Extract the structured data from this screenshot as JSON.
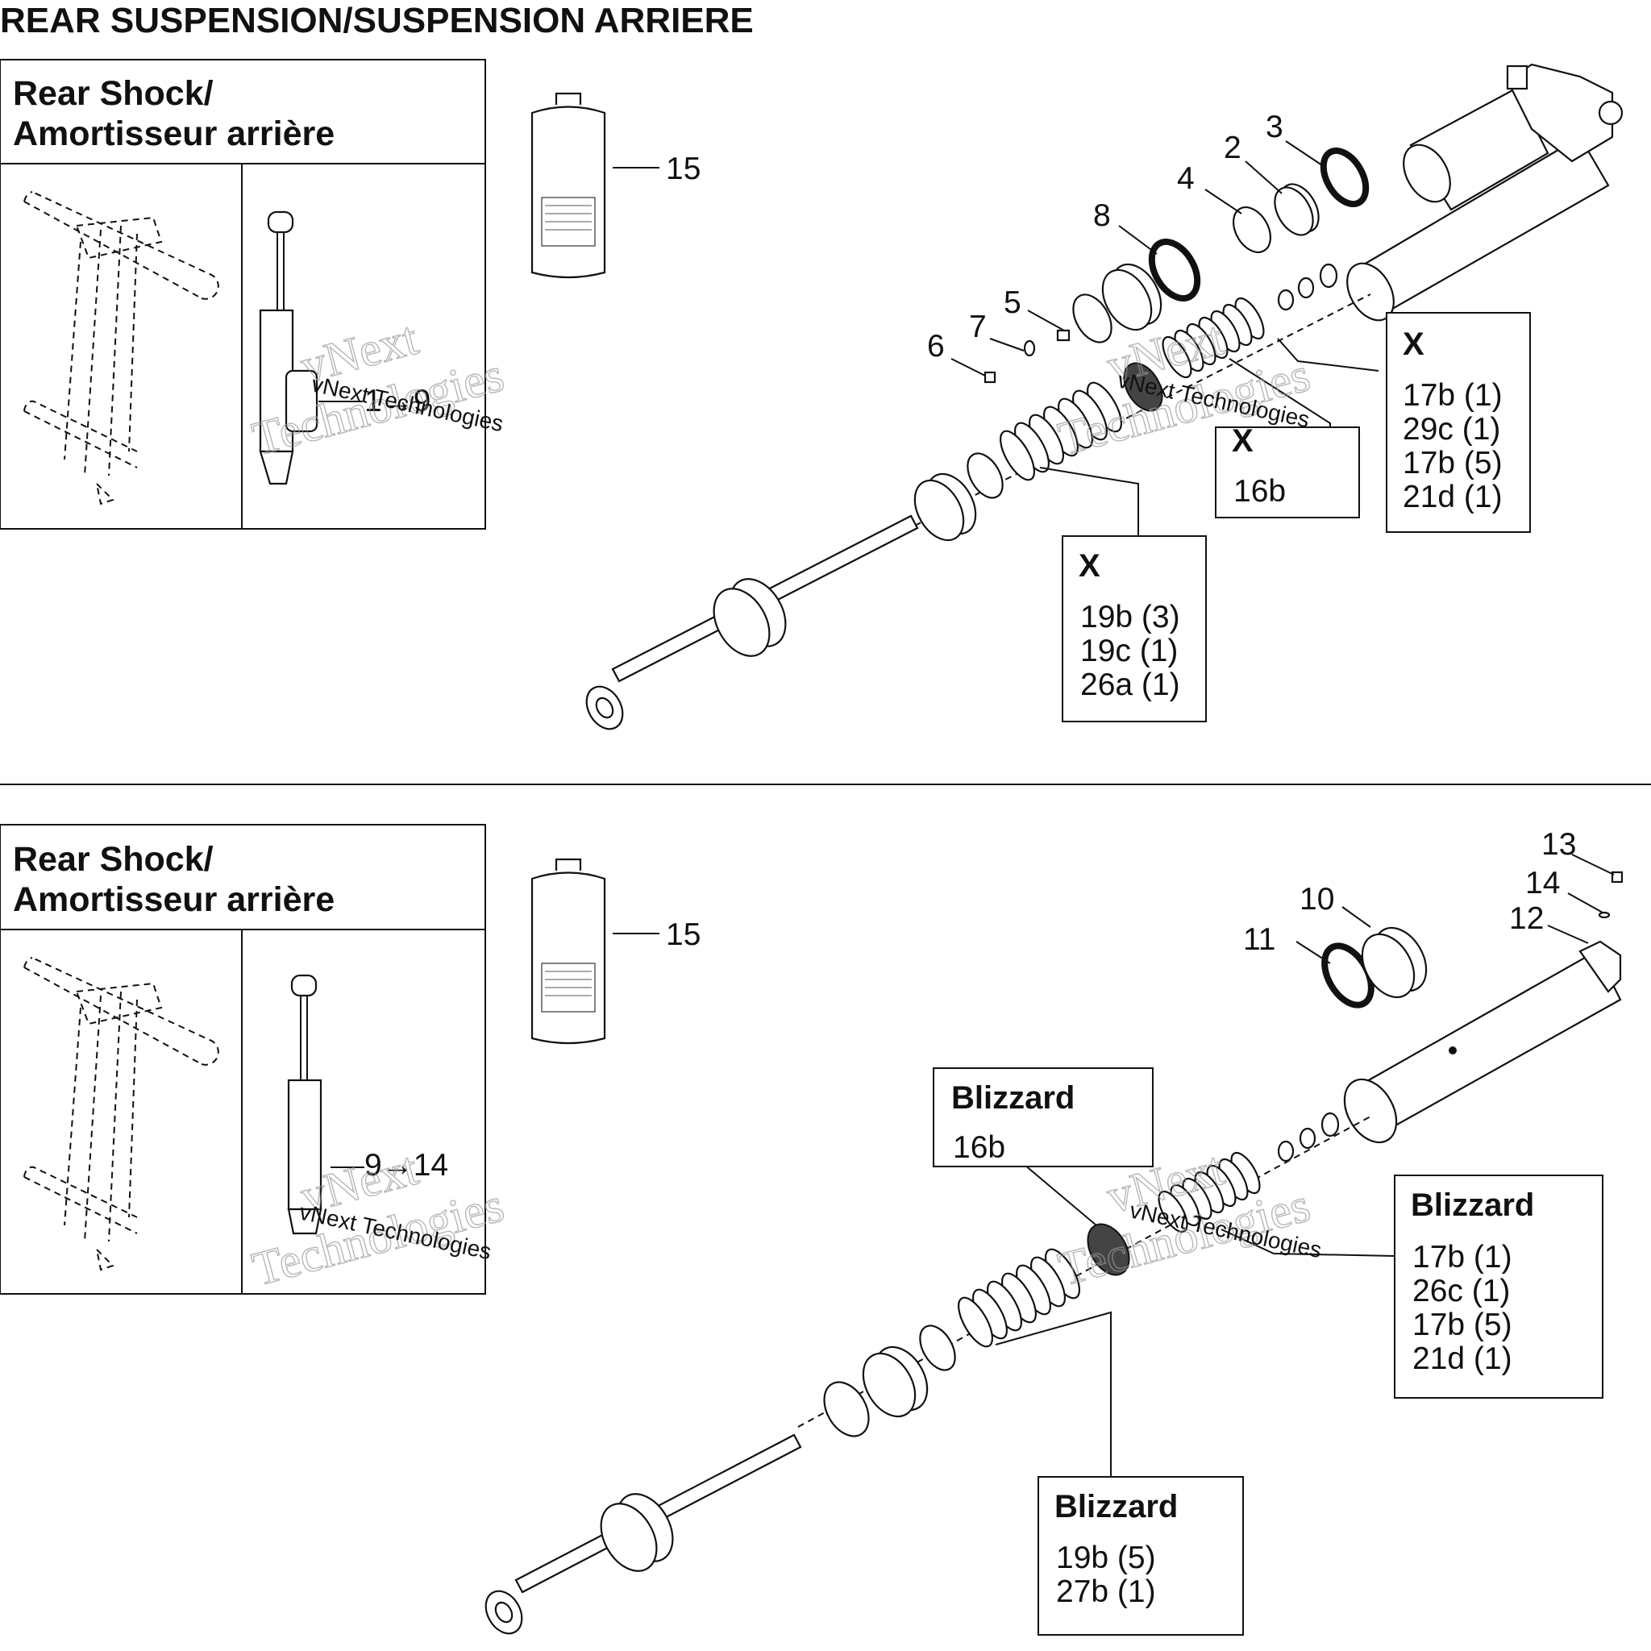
{
  "title": "REAR SUSPENSION/SUSPENSION ARRIERE",
  "watermark": [
    "vNext",
    "Technologies",
    "vNext Technologies"
  ],
  "top": {
    "inset_title_line1": "Rear Shock/",
    "inset_title_line2": "Amortisseur arrière",
    "inset_ref": "1→9",
    "callouts": [
      "15",
      "3",
      "2",
      "4",
      "8",
      "5",
      "7",
      "6"
    ],
    "box_a": {
      "header": "X",
      "line1": "17b (1)",
      "line2": "29c (1)",
      "line3": "17b (5)",
      "line4": "21d (1)"
    },
    "box_b": {
      "header": "X",
      "line1": "16b"
    },
    "box_c": {
      "header": "X",
      "line1": "19b (3)",
      "line2": "19c (1)",
      "line3": "26a (1)"
    }
  },
  "bottom": {
    "inset_title_line1": "Rear Shock/",
    "inset_title_line2": "Amortisseur arrière",
    "inset_ref": "9→14",
    "callouts": [
      "15",
      "13",
      "14",
      "10",
      "12",
      "11"
    ],
    "box_a": {
      "header": "Blizzard",
      "line1": "16b"
    },
    "box_b": {
      "header": "Blizzard",
      "line1": "17b (1)",
      "line2": "26c (1)",
      "line3": "17b (5)",
      "line4": "21d (1)"
    },
    "box_c": {
      "header": "Blizzard",
      "line1": "19b (5)",
      "line2": "27b (1)"
    }
  }
}
